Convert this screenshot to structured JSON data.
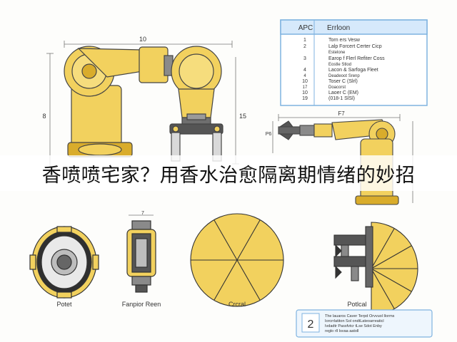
{
  "colors": {
    "yellow": "#f2d15e",
    "yellow_dark": "#d9ac2b",
    "outline": "#444444",
    "table_border": "#7fb3e0",
    "table_header": "#d6e9fb",
    "panel_fill": "#eef6fd"
  },
  "dimensions": {
    "top_width": "10",
    "left_height": "8",
    "right_height": "15",
    "side_width": "F7",
    "side_height": "P6",
    "small_top": "7"
  },
  "table": {
    "header_left": "APC",
    "header_right": "Errloon",
    "rows": [
      {
        "num": "1",
        "text": "Torn ers Vesw"
      },
      {
        "num": "2",
        "text": "Lalp Forcert Certer Cicp"
      },
      {
        "num": "",
        "text": "Estelone"
      },
      {
        "num": "3",
        "text": "Earop f Flerl Refiter Coss"
      },
      {
        "num": "",
        "text": "Eostle Stlod"
      },
      {
        "num": "4",
        "text": "Lacon & Sarfoga Fleet"
      },
      {
        "num": "4",
        "text": "Deadeoot Srenp"
      },
      {
        "num": "10",
        "text": "Toser C (Slrl)"
      },
      {
        "num": "17",
        "text": "Doacorst"
      },
      {
        "num": "10",
        "text": "Laoer C (EM)"
      },
      {
        "num": "19",
        "text": "(018-1 SlSl)"
      }
    ]
  },
  "views": {
    "pocket_label": "Potet",
    "side_label": "Fanpior Reen",
    "circle_label": "Crcral",
    "partial_label": "Potlcal"
  },
  "note": {
    "number": "2",
    "lines": [
      "The lauaros Caver Terpd Orvvuol Ilorms",
      "Iorcrrlatiton Sol ondtLateoarreaticl",
      "Ivdadtr Passfvtcr tLse Sdot Enby",
      "reglo rll Isvaa aatoll"
    ]
  },
  "banner": {
    "caption": "香喷喷宅家？用香水治愈隔离期情绪的妙招"
  }
}
